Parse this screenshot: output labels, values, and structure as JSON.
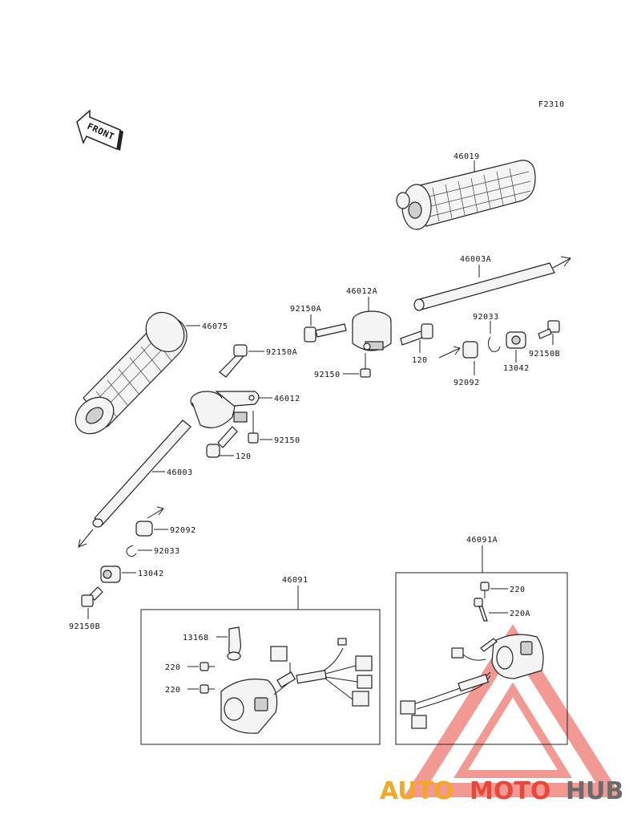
{
  "figure_code": "F2310",
  "front_label": "FRONT",
  "parts": [
    {
      "id": "46019",
      "label": "46019"
    },
    {
      "id": "46003A",
      "label": "46003A"
    },
    {
      "id": "46012A",
      "label": "46012A"
    },
    {
      "id": "92150A_a",
      "label": "92150A"
    },
    {
      "id": "92150A_b",
      "label": "92150A"
    },
    {
      "id": "46075",
      "label": "46075"
    },
    {
      "id": "92033_r",
      "label": "92033"
    },
    {
      "id": "13042_r",
      "label": "13042"
    },
    {
      "id": "92150B_r",
      "label": "92150B"
    },
    {
      "id": "120_r",
      "label": "120"
    },
    {
      "id": "92150_a",
      "label": "92150"
    },
    {
      "id": "92092_r",
      "label": "92092"
    },
    {
      "id": "46012",
      "label": "46012"
    },
    {
      "id": "92150_b",
      "label": "92150"
    },
    {
      "id": "120_l",
      "label": "120"
    },
    {
      "id": "46003",
      "label": "46003"
    },
    {
      "id": "92092_l",
      "label": "92092"
    },
    {
      "id": "92033_l",
      "label": "92033"
    },
    {
      "id": "13042_l",
      "label": "13042"
    },
    {
      "id": "92150B_l",
      "label": "92150B"
    },
    {
      "id": "46091A",
      "label": "46091A"
    },
    {
      "id": "220_r",
      "label": "220"
    },
    {
      "id": "220A",
      "label": "220A"
    },
    {
      "id": "46091",
      "label": "46091"
    },
    {
      "id": "13168",
      "label": "13168"
    },
    {
      "id": "220_l1",
      "label": "220"
    },
    {
      "id": "220_l2",
      "label": "220"
    }
  ],
  "watermark": {
    "part1": "AUTO",
    "part2": "MOTO",
    "part3": "HUB",
    "color1": "#f5a623",
    "color2": "#e8473b",
    "color3": "#6b6b6b"
  }
}
